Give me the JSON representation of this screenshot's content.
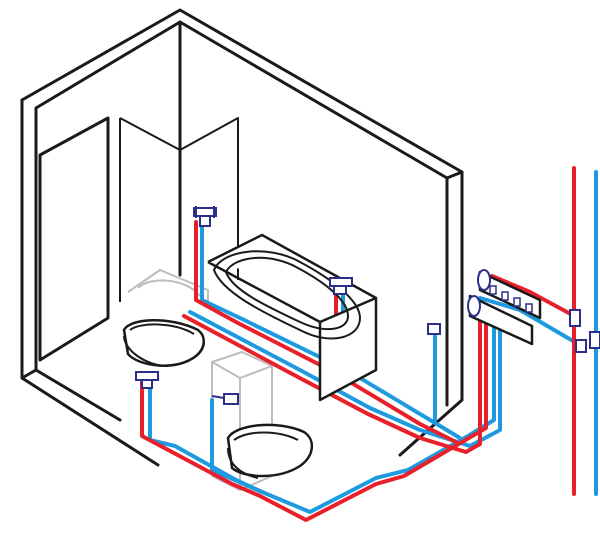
{
  "diagram": {
    "kind": "bathroom plumbing isometric",
    "colors": {
      "hot": "#e8202a",
      "cold": "#1e9be0",
      "outline": "#1a1a1a",
      "fixture_ghost": "#b8b8b8",
      "valve": "#2b2f8a"
    },
    "fixtures": [
      "shower-mixer",
      "bathtub",
      "bathtub-mixer",
      "washbasin",
      "washbasin-tap",
      "toilet",
      "toilet-valve",
      "manifold",
      "riser-hot",
      "riser-cold"
    ]
  }
}
